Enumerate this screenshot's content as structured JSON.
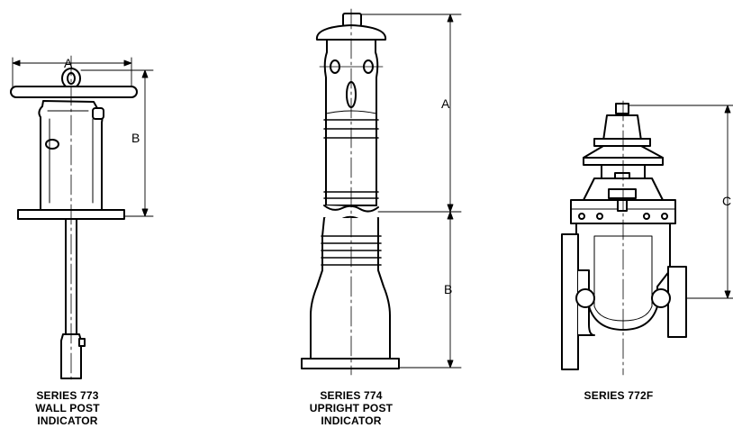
{
  "products": [
    {
      "dims": [
        "A",
        "B"
      ],
      "caption": [
        "SERIES 773",
        "WALL POST",
        "INDICATOR"
      ]
    },
    {
      "dims": [
        "A",
        "B"
      ],
      "caption": [
        "SERIES 774",
        "UPRIGHT POST",
        "INDICATOR"
      ]
    },
    {
      "dims": [
        "C"
      ],
      "caption": [
        "SERIES 772F"
      ]
    }
  ],
  "colors": {
    "line": "#000000",
    "background": "#ffffff"
  }
}
